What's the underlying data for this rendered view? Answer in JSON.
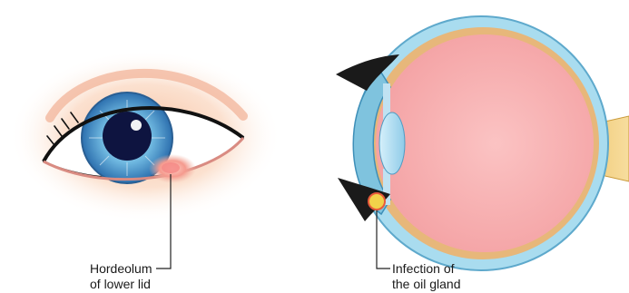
{
  "labels": {
    "hordeolum": {
      "line1": "Hordeolum",
      "line2": "of lower lid"
    },
    "infection": {
      "line1": "Infection of",
      "line2": "the oil gland"
    }
  },
  "colors": {
    "skin_glow": "#f7c7a6",
    "lid_pink": "#f2a7a0",
    "iris_blue": "#3b8fd0",
    "pupil": "#0e1440",
    "sclera_fill": "#f7a8a8",
    "outer_coat": "#7fc3de",
    "leader_line": "#222222",
    "stye": "#e8454a"
  }
}
